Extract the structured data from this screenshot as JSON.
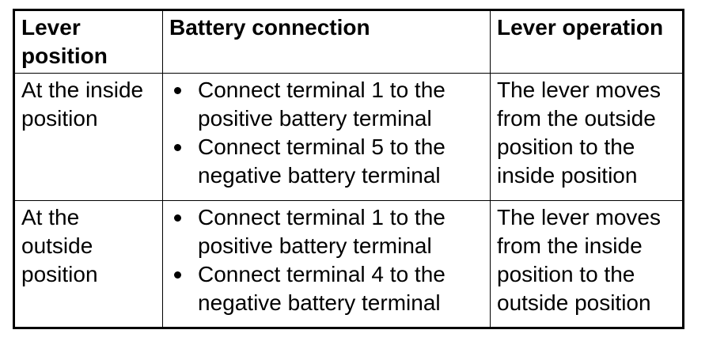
{
  "table": {
    "headers": [
      "Lever position",
      "Battery connection",
      "Lever operation"
    ],
    "rows": [
      {
        "lever_position": "At the inside position",
        "battery_connection": [
          "Connect terminal 1 to the positive battery terminal",
          "Connect terminal 5 to the negative battery terminal"
        ],
        "lever_operation": "The lever moves from the outside position to the inside position"
      },
      {
        "lever_position": "At the outside position",
        "battery_connection": [
          "Connect terminal 1 to the positive battery terminal",
          "Connect terminal 4 to the negative battery terminal"
        ],
        "lever_operation": "The lever moves from the inside position to the outside position"
      }
    ]
  }
}
